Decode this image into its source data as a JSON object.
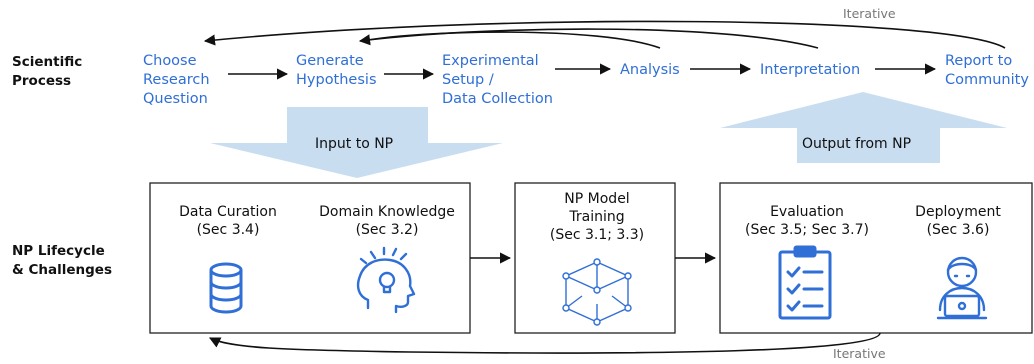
{
  "labels": {
    "scientific_process": [
      "Scientific",
      "Process"
    ],
    "np_lifecycle": [
      "NP Lifecycle",
      "& Challenges"
    ]
  },
  "process_steps": [
    {
      "id": "choose",
      "lines": [
        "Choose",
        "Research",
        "Question"
      ]
    },
    {
      "id": "generate",
      "lines": [
        "Generate",
        "Hypothesis"
      ]
    },
    {
      "id": "experimental",
      "lines": [
        "Experimental",
        "Setup /",
        "Data Collection"
      ]
    },
    {
      "id": "analysis",
      "lines": [
        "Analysis"
      ]
    },
    {
      "id": "interpretation",
      "lines": [
        "Interpretation"
      ]
    },
    {
      "id": "report",
      "lines": [
        "Report to",
        "Community"
      ]
    }
  ],
  "iterative_top": "Iterative",
  "iterative_bottom": "Iterative",
  "input_arrow_label": "Input to NP",
  "output_arrow_label": "Output from NP",
  "lifecycle": {
    "box1": {
      "items": [
        {
          "lines": [
            "Data Curation",
            "(Sec 3.4)"
          ],
          "icon": "database-icon"
        },
        {
          "lines": [
            "Domain Knowledge",
            "(Sec 3.2)"
          ],
          "icon": "head-lightbulb-icon"
        }
      ]
    },
    "box2": {
      "items": [
        {
          "lines": [
            "NP Model",
            "Training",
            "(Sec 3.1; 3.3)"
          ],
          "icon": "cube-network-icon"
        }
      ]
    },
    "box3": {
      "items": [
        {
          "lines": [
            "Evaluation",
            "(Sec 3.5; Sec 3.7)"
          ],
          "icon": "clipboard-checklist-icon"
        },
        {
          "lines": [
            "Deployment",
            "(Sec 3.6)"
          ],
          "icon": "person-laptop-icon"
        }
      ]
    }
  },
  "colors": {
    "accent_blue": "#2f6fd6",
    "light_blue_arrow": "#c9ddf1",
    "box_stroke": "#222222"
  }
}
